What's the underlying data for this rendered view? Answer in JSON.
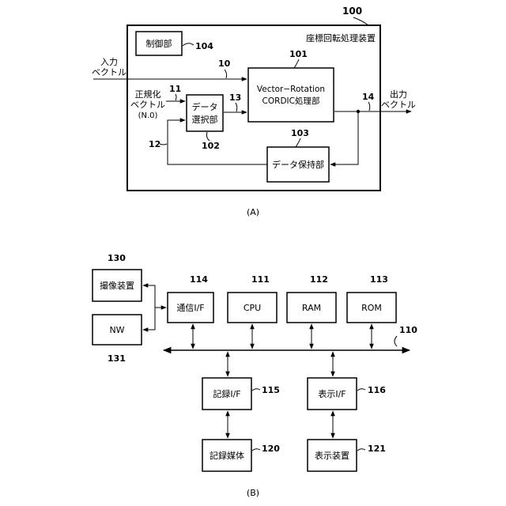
{
  "fig_a": {
    "caption": "(A)",
    "device": {
      "ref": "100",
      "title": "座標回転処理装置"
    },
    "control": {
      "label": "制御部",
      "ref": "104"
    },
    "cordic": {
      "line1": "Vector−Rotation",
      "line2": "CORDIC処理部",
      "ref": "101"
    },
    "selector": {
      "line1": "データ",
      "line2": "選択部",
      "ref": "102"
    },
    "holder": {
      "label": "データ保持部",
      "ref": "103"
    },
    "input_vec": {
      "line1": "入力",
      "line2": "ベクトル",
      "ref": "10"
    },
    "norm_vec": {
      "line1": "正規化",
      "line2": "ベクトル",
      "line3": "(N.0)",
      "ref": "11"
    },
    "sig12": {
      "ref": "12"
    },
    "sig13": {
      "ref": "13"
    },
    "output_vec": {
      "line1": "出力",
      "line2": "ベクトル",
      "ref": "14"
    }
  },
  "fig_b": {
    "caption": "(B)",
    "bus": {
      "ref": "110"
    },
    "camera": {
      "label": "撮像装置",
      "ref": "130"
    },
    "nw": {
      "label": "NW",
      "ref": "131"
    },
    "comm_if": {
      "label": "通信I/F",
      "ref": "114"
    },
    "cpu": {
      "label": "CPU",
      "ref": "111"
    },
    "ram": {
      "label": "RAM",
      "ref": "112"
    },
    "rom": {
      "label": "ROM",
      "ref": "113"
    },
    "rec_if": {
      "label": "記録I/F",
      "ref": "115"
    },
    "disp_if": {
      "label": "表示I/F",
      "ref": "116"
    },
    "rec_media": {
      "label": "記録媒体",
      "ref": "120"
    },
    "disp_dev": {
      "label": "表示装置",
      "ref": "121"
    }
  }
}
